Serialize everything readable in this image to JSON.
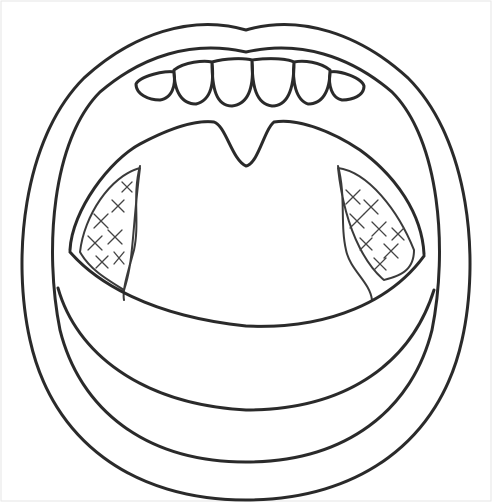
{
  "figure": {
    "subject": "open-mouth-oral-cavity",
    "stroke_color": "#2a2a2a",
    "background_color": "#ffffff",
    "structures": [
      "outer-lips",
      "inner-lip-ring",
      "upper-teeth",
      "hard-palate-opening",
      "uvula",
      "oropharynx",
      "left-tonsil",
      "right-tonsil",
      "tongue"
    ],
    "upper_teeth_count": 6,
    "tonsils_pattern": "cross-hatched"
  }
}
